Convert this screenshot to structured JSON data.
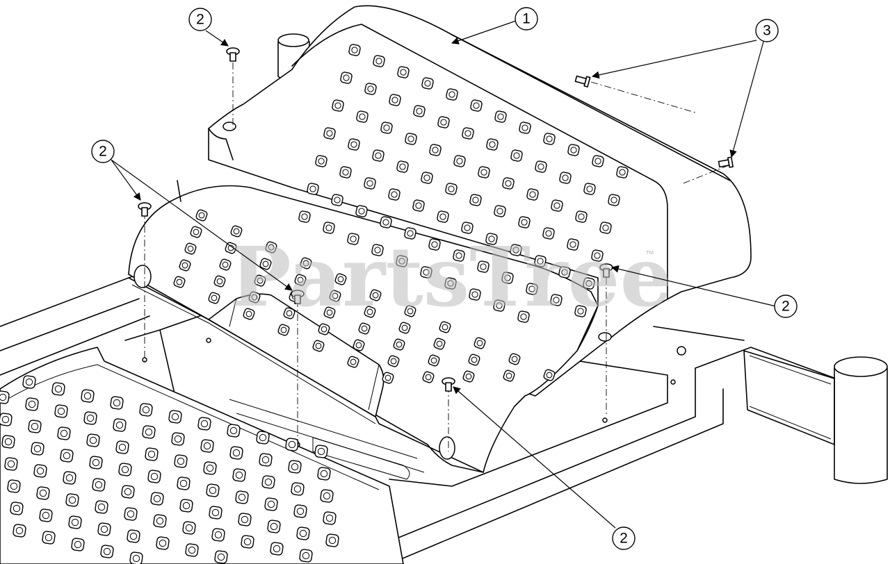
{
  "diagram": {
    "watermark": "PartsTree",
    "trademark": "™",
    "callouts": [
      {
        "id": "c1",
        "label": "1"
      },
      {
        "id": "c2a",
        "label": "2"
      },
      {
        "id": "c2b",
        "label": "2"
      },
      {
        "id": "c2c",
        "label": "2"
      },
      {
        "id": "c2d",
        "label": "2"
      },
      {
        "id": "c3",
        "label": "3"
      }
    ]
  }
}
